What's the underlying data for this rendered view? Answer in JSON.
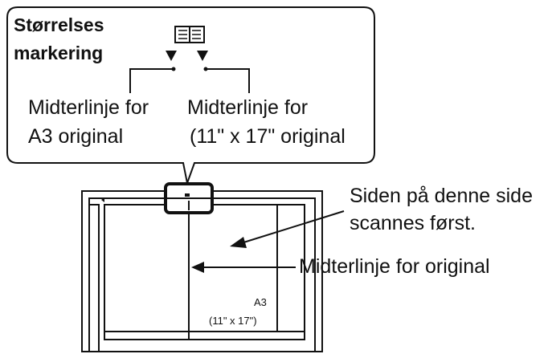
{
  "callout": {
    "title_line1": "Størrelses",
    "title_line2": "markering",
    "left_label_line1": "Midterlinje for",
    "left_label_line2": "A3 original",
    "right_label_line1": "Midterlinje for",
    "right_label_line2": "(11\" x 17\" original"
  },
  "annotations": {
    "scan_first_line1": "Siden på denne side",
    "scan_first_line2": "scannes først.",
    "center_line_label": "Midterlinje for original"
  },
  "paper": {
    "size_line1": "A3",
    "size_line2": "(11\" x 17\")"
  },
  "icons": {
    "book": "book-icon"
  },
  "colors": {
    "stroke": "#111111",
    "background": "#ffffff"
  }
}
